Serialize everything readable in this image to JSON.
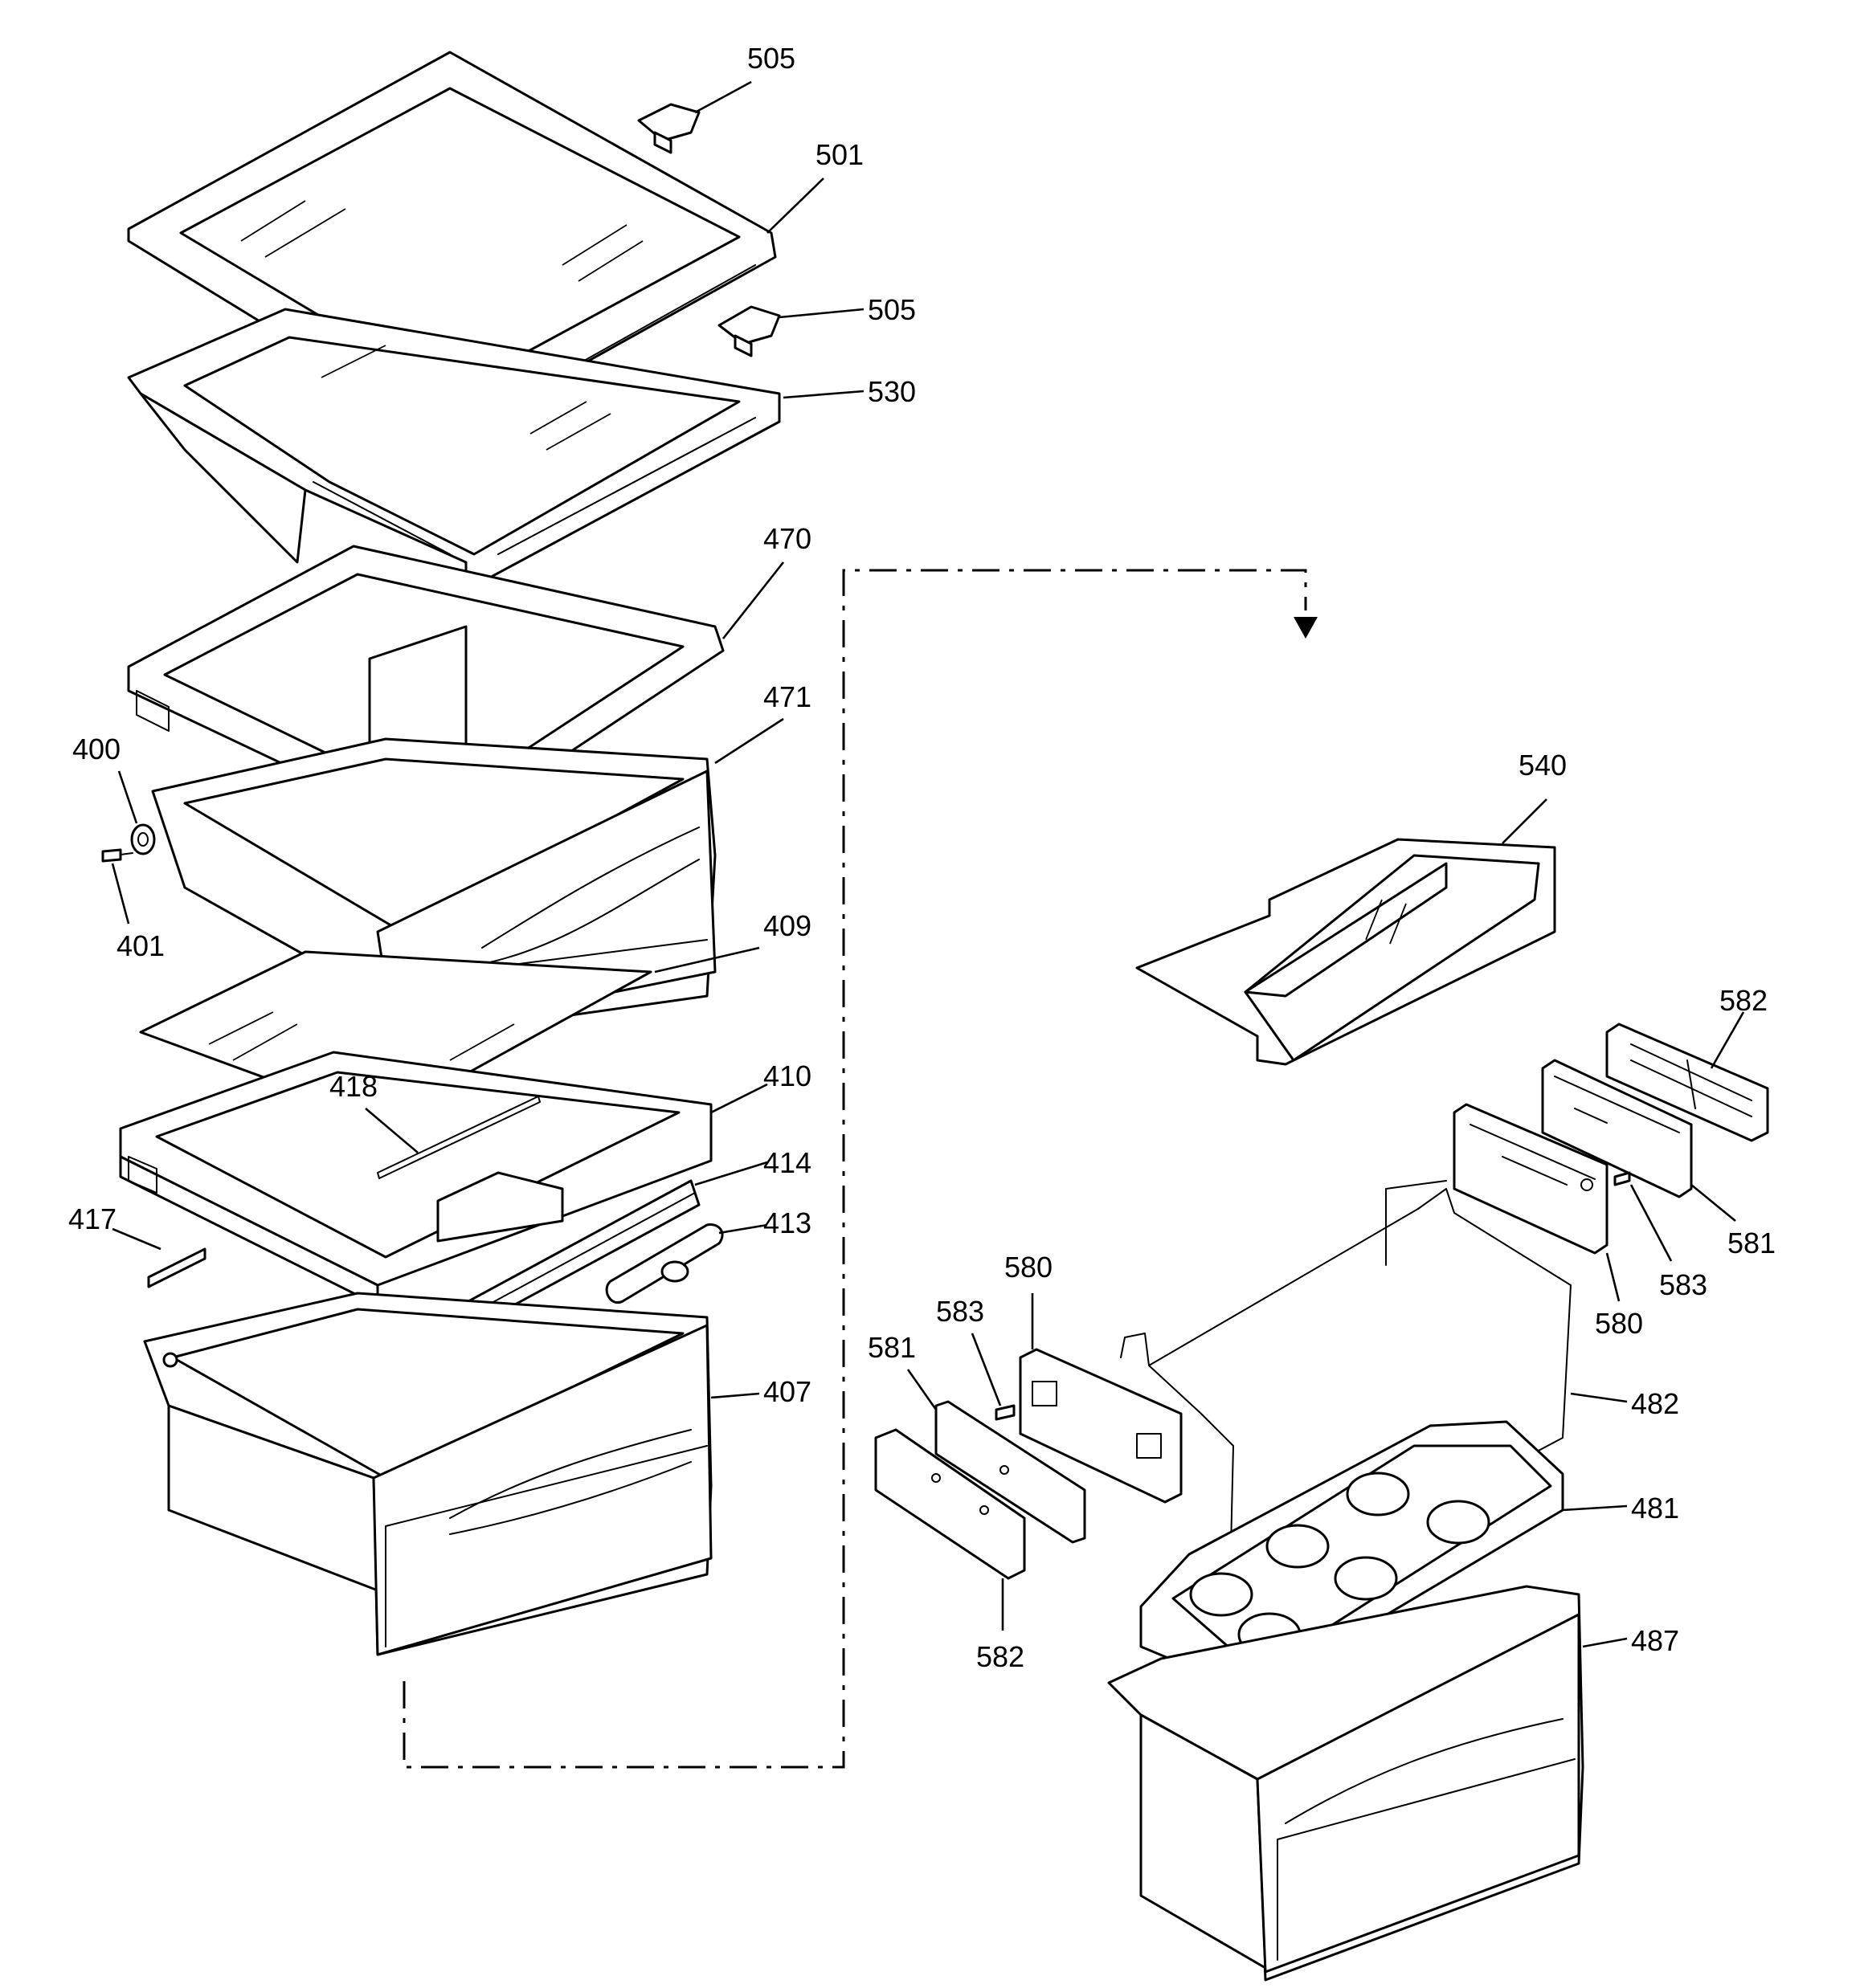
{
  "diagram": {
    "callouts": {
      "c505_top": "505",
      "c501": "501",
      "c505_mid": "505",
      "c530": "530",
      "c470": "470",
      "c471": "471",
      "c400": "400",
      "c401": "401",
      "c409": "409",
      "c418": "418",
      "c410": "410",
      "c414": "414",
      "c417": "417",
      "c413": "413",
      "c407": "407",
      "c540": "540",
      "c582_right": "582",
      "c581_right": "581",
      "c583_right": "583",
      "c580_right": "580",
      "c580_left": "580",
      "c583_left": "583",
      "c581_left": "581",
      "c482": "482",
      "c481": "481",
      "c582_left": "582",
      "c487": "487"
    }
  }
}
